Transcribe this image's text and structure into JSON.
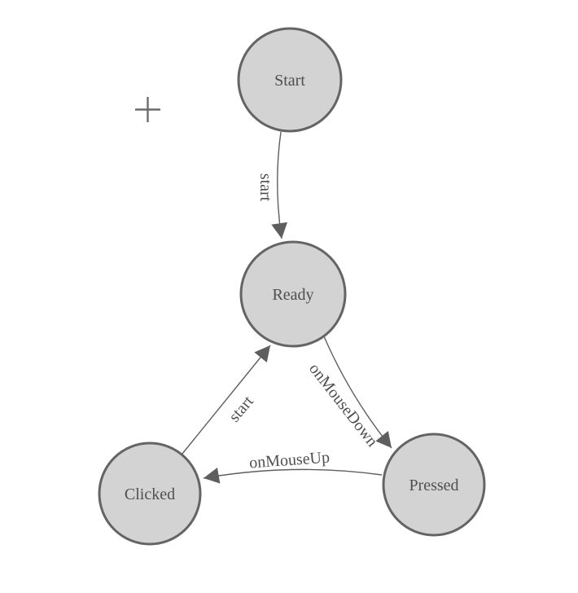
{
  "colors": {
    "background": "#ffffff",
    "node_fill": "#d3d3d3",
    "node_stroke": "#646464",
    "edge_stroke": "#5e5e5e",
    "arrowhead_fill": "#5e5e5e",
    "label_text": "#4f4f4f",
    "crosshair": "#6b6b6b"
  },
  "icons": {
    "crosshair": "plus-crosshair"
  },
  "nodes": [
    {
      "id": "start",
      "label": "Start"
    },
    {
      "id": "ready",
      "label": "Ready"
    },
    {
      "id": "clicked",
      "label": "Clicked"
    },
    {
      "id": "pressed",
      "label": "Pressed"
    }
  ],
  "edges": [
    {
      "id": "start-to-ready",
      "label": "start",
      "from": "Start",
      "to": "Ready"
    },
    {
      "id": "ready-to-pressed",
      "label": "onMouseDown",
      "from": "Ready",
      "to": "Pressed"
    },
    {
      "id": "pressed-to-clicked",
      "label": "onMouseUp",
      "from": "Pressed",
      "to": "Clicked"
    },
    {
      "id": "clicked-to-ready",
      "label": "start",
      "from": "Clicked",
      "to": "Ready"
    }
  ]
}
